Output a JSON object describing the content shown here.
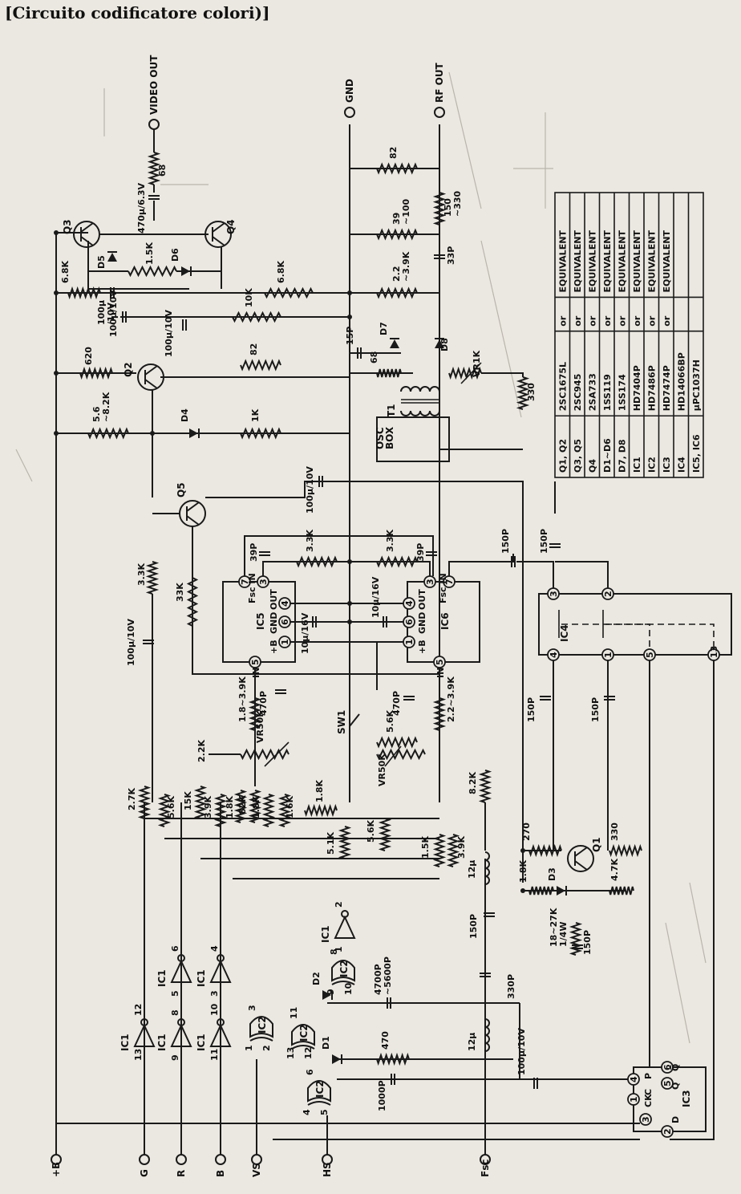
{
  "title": "[Circuito codificatore colori)]",
  "terminals": {
    "video_out": "VIDEO OUT",
    "gnd": "GND",
    "rf_out": "RF OUT",
    "plus_b": "+B",
    "g": "G",
    "r": "R",
    "b": "B",
    "vs": "VS",
    "hs": "HS",
    "fsc": "Fsc"
  },
  "transistors": [
    "Q1",
    "Q2",
    "Q3",
    "Q4",
    "Q5"
  ],
  "diodes": [
    "D1",
    "D2",
    "D3",
    "D4",
    "D5",
    "D6",
    "D7",
    "D8"
  ],
  "ics": {
    "ic5": {
      "label": "IC5",
      "fsc_in": "Fsc IN",
      "out": "OUT",
      "gnd": "GND",
      "plus_b": "+B",
      "in": "IN",
      "pins": [
        "7",
        "3",
        "4",
        "6",
        "1",
        "5"
      ]
    },
    "ic6": {
      "label": "IC6",
      "fsc_in": "Fsc IN",
      "out": "OUT",
      "gnd": "GND",
      "plus_b": "+B",
      "in": "IN",
      "pins": [
        "7",
        "3",
        "4",
        "6",
        "1",
        "5"
      ]
    },
    "ic4": {
      "label": "IC4",
      "pins": [
        "3",
        "2",
        "4",
        "1",
        "5",
        "13"
      ]
    },
    "ic3": {
      "label": "IC3",
      "ck": "CK",
      "c": "C",
      "d": "D",
      "p": "P",
      "q": "Q",
      "qbar": "Q̅",
      "pins": [
        "3",
        "1",
        "4",
        "2",
        "5",
        "6"
      ]
    }
  },
  "gates": [
    {
      "label": "IC1",
      "pin_in": "13",
      "pin_out": "12"
    },
    {
      "label": "IC1",
      "pin_in": "9",
      "pin_out": "8"
    },
    {
      "label": "IC1",
      "pin_in": "11",
      "pin_out": "10"
    },
    {
      "label": "IC1",
      "pin_in": "5",
      "pin_out": "6"
    },
    {
      "label": "IC1",
      "pin_in": "3",
      "pin_out": "4"
    },
    {
      "label": "IC1",
      "pin_in": "1",
      "pin_out": "2"
    },
    {
      "label": "IC2",
      "pin_a": "1",
      "pin_b": "2",
      "pin_out": "3"
    },
    {
      "label": "IC2",
      "pin_a": "13",
      "pin_b": "12",
      "pin_out": "11"
    },
    {
      "label": "IC2",
      "pin_a": "4",
      "pin_b": "5",
      "pin_out": "6"
    },
    {
      "label": "IC2",
      "pin_a": "9",
      "pin_b": "10",
      "pin_out": "8"
    }
  ],
  "components": {
    "r68": "68",
    "c470u": "470μ/6.3V",
    "r82a": "82",
    "r150": "150\n~330",
    "r39": "39\n~100",
    "c33p": "33P",
    "r22": "2.2\n~3.9K",
    "c15p": "15P",
    "r68b": "68",
    "t1": "T1",
    "vr1k": "VR1K",
    "r330a": "330",
    "osc": "OSC\nBOX",
    "r68k_a": "6.8K",
    "r15k": "1.5K",
    "r68k_b": "6.8K",
    "c100u10a": "100μ\n/10V",
    "c100u10b": "100μ/10V",
    "c100u10c": "100μ/10V",
    "r10k": "10K",
    "r620": "620",
    "r82b": "82",
    "r56": "5.6\n~8.2K",
    "r1k": "1K",
    "c100u10d": "100μ/10V",
    "c39p_a": "39P",
    "r33k_a": "3.3K",
    "r33k_b": "3.3K",
    "c39p_b": "39P",
    "c150p_a": "150P",
    "c150p_b": "150P",
    "r33k_v": "3.3K",
    "r33k_q5": "33K",
    "c100u10e": "100μ/10V",
    "c10u16a": "10μ/16V",
    "c10u16b": "10μ/16V",
    "c470p_a": "470P",
    "c470p_b": "470P",
    "r18_39": "1.8~3.9K",
    "r22_39": "2.2~3.9K",
    "sw1": "SW1",
    "r56k_sw": "5.6K",
    "vr50k_a": "VR50K",
    "vr50k_b": "VR50K",
    "r22k": "2.2K",
    "r27k": "2.7K",
    "r56k_a": "5.6K",
    "r15k_b": "15K",
    "r39k": "3.9K",
    "r18k_a": "1.8K",
    "r82k": "82K",
    "r18k_b": "1.8K",
    "r16k": "1.6K",
    "r18k_c": "1.8K",
    "r51k": "5.1K",
    "r56k_b": "5.6K",
    "r15k_c": "1.5K",
    "r39k_b": "3.9K",
    "r82k_b": "8.2K",
    "c150p_c": "150P",
    "c150p_d": "150P",
    "l12u_a": "12μ",
    "r270": "270",
    "r330b": "330",
    "r18k_d": "1.8K",
    "r18_27k": "18~27K\n1/4W",
    "r47k": "4.7K",
    "c150p_e": "150P",
    "c150p_f": "150P",
    "c4700p": "4700P\n~5600P",
    "c330p": "330P",
    "l12u_b": "12μ",
    "r470": "470",
    "c1000p": "1000P",
    "c100u10f": "100μ/10V"
  },
  "parts_table": {
    "rows": [
      [
        "Q1, Q2",
        "2SC1675L",
        "or",
        "EQUIVALENT"
      ],
      [
        "Q3, Q5",
        "2SC945",
        "or",
        "EQUIVALENT"
      ],
      [
        "Q4",
        "2SA733",
        "or",
        "EQUIVALENT"
      ],
      [
        "D1~D6",
        "1SS119",
        "or",
        "EQUIVALENT"
      ],
      [
        "D7, D8",
        "1SS174",
        "or",
        "EQUIVALENT"
      ],
      [
        "IC1",
        "HD7404P",
        "or",
        "EQUIVALENT"
      ],
      [
        "IC2",
        "HD7486P",
        "or",
        "EQUIVALENT"
      ],
      [
        "IC3",
        "HD7474P",
        "or",
        "EQUIVALENT"
      ],
      [
        "IC4",
        "HD14066BP",
        "",
        ""
      ],
      [
        "IC5, IC6",
        "μPC1037H",
        "",
        ""
      ]
    ]
  }
}
